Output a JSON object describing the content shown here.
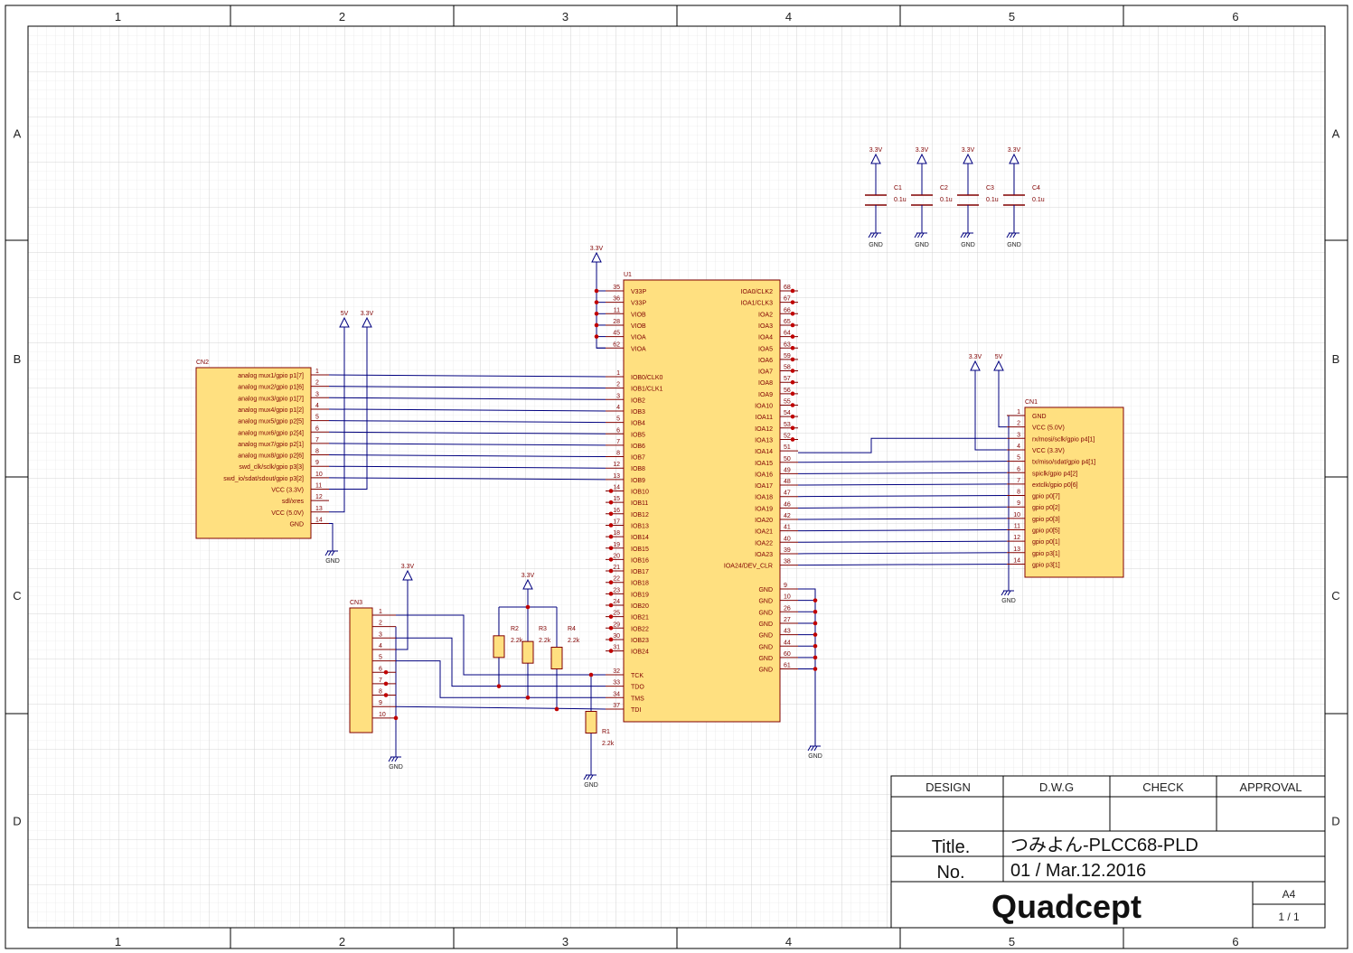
{
  "colors": {
    "wire": "#00007f",
    "part_fill": "#ffe080",
    "part_stroke": "#800000",
    "label": "#800000",
    "junction": "#c00000",
    "grid": "#dcdcdc",
    "frame": "#000000"
  },
  "frame": {
    "columns": [
      "1",
      "2",
      "3",
      "4",
      "5",
      "6"
    ],
    "rows": [
      "A",
      "B",
      "C",
      "D"
    ]
  },
  "caps": [
    {
      "ref": "C1",
      "value": "0.1u",
      "power": "3.3V",
      "gnd": "GND"
    },
    {
      "ref": "C2",
      "value": "0.1u",
      "power": "3.3V",
      "gnd": "GND"
    },
    {
      "ref": "C3",
      "value": "0.1u",
      "power": "3.3V",
      "gnd": "GND"
    },
    {
      "ref": "C4",
      "value": "0.1u",
      "power": "3.3V",
      "gnd": "GND"
    }
  ],
  "u1": {
    "ref": "U1",
    "power": "3.3V",
    "power_pins": [
      {
        "num": "35",
        "name": "V33P"
      },
      {
        "num": "36",
        "name": "V33P"
      },
      {
        "num": "11",
        "name": "VIOB"
      },
      {
        "num": "28",
        "name": "VIOB"
      },
      {
        "num": "45",
        "name": "VIOA"
      },
      {
        "num": "62",
        "name": "VIOA"
      }
    ],
    "left_pins": [
      {
        "num": "1",
        "name": "IOB0/CLK0"
      },
      {
        "num": "2",
        "name": "IOB1/CLK1"
      },
      {
        "num": "3",
        "name": "IOB2"
      },
      {
        "num": "4",
        "name": "IOB3"
      },
      {
        "num": "5",
        "name": "IOB4"
      },
      {
        "num": "6",
        "name": "IOB5"
      },
      {
        "num": "7",
        "name": "IOB6"
      },
      {
        "num": "8",
        "name": "IOB7"
      },
      {
        "num": "12",
        "name": "IOB8"
      },
      {
        "num": "13",
        "name": "IOB9"
      },
      {
        "num": "14",
        "name": "IOB10"
      },
      {
        "num": "15",
        "name": "IOB11"
      },
      {
        "num": "16",
        "name": "IOB12"
      },
      {
        "num": "17",
        "name": "IOB13"
      },
      {
        "num": "18",
        "name": "IOB14"
      },
      {
        "num": "19",
        "name": "IOB15"
      },
      {
        "num": "20",
        "name": "IOB16"
      },
      {
        "num": "21",
        "name": "IOB17"
      },
      {
        "num": "22",
        "name": "IOB18"
      },
      {
        "num": "23",
        "name": "IOB19"
      },
      {
        "num": "24",
        "name": "IOB20"
      },
      {
        "num": "25",
        "name": "IOB21"
      },
      {
        "num": "29",
        "name": "IOB22"
      },
      {
        "num": "30",
        "name": "IOB23"
      },
      {
        "num": "31",
        "name": "IOB24"
      }
    ],
    "jtag_pins": [
      {
        "num": "32",
        "name": "TCK"
      },
      {
        "num": "33",
        "name": "TDO"
      },
      {
        "num": "34",
        "name": "TMS"
      },
      {
        "num": "37",
        "name": "TDI"
      }
    ],
    "right_pins": [
      {
        "num": "68",
        "name": "IOA0/CLK2"
      },
      {
        "num": "67",
        "name": "IOA1/CLK3"
      },
      {
        "num": "66",
        "name": "IOA2"
      },
      {
        "num": "65",
        "name": "IOA3"
      },
      {
        "num": "64",
        "name": "IOA4"
      },
      {
        "num": "63",
        "name": "IOA5"
      },
      {
        "num": "59",
        "name": "IOA6"
      },
      {
        "num": "58",
        "name": "IOA7"
      },
      {
        "num": "57",
        "name": "IOA8"
      },
      {
        "num": "56",
        "name": "IOA9"
      },
      {
        "num": "55",
        "name": "IOA10"
      },
      {
        "num": "54",
        "name": "IOA11"
      },
      {
        "num": "53",
        "name": "IOA12"
      },
      {
        "num": "52",
        "name": "IOA13"
      },
      {
        "num": "51",
        "name": "IOA14"
      },
      {
        "num": "50",
        "name": "IOA15"
      },
      {
        "num": "49",
        "name": "IOA16"
      },
      {
        "num": "48",
        "name": "IOA17"
      },
      {
        "num": "47",
        "name": "IOA18"
      },
      {
        "num": "46",
        "name": "IOA19"
      },
      {
        "num": "42",
        "name": "IOA20"
      },
      {
        "num": "41",
        "name": "IOA21"
      },
      {
        "num": "40",
        "name": "IOA22"
      },
      {
        "num": "39",
        "name": "IOA23"
      },
      {
        "num": "38",
        "name": "IOA24/DEV_CLR"
      }
    ],
    "gnd_pins": [
      {
        "num": "9",
        "name": "GND"
      },
      {
        "num": "10",
        "name": "GND"
      },
      {
        "num": "26",
        "name": "GND"
      },
      {
        "num": "27",
        "name": "GND"
      },
      {
        "num": "43",
        "name": "GND"
      },
      {
        "num": "44",
        "name": "GND"
      },
      {
        "num": "60",
        "name": "GND"
      },
      {
        "num": "61",
        "name": "GND"
      }
    ],
    "gnd": "GND"
  },
  "cn2": {
    "ref": "CN2",
    "pins": [
      {
        "num": "1",
        "name": "analog mux1/gpio p1[7]"
      },
      {
        "num": "2",
        "name": "analog mux2/gpio p1[6]"
      },
      {
        "num": "3",
        "name": "analog mux3/gpio p1[7]"
      },
      {
        "num": "4",
        "name": "analog mux4/gpio p1[2]"
      },
      {
        "num": "5",
        "name": "analog mux5/gpio p2[5]"
      },
      {
        "num": "6",
        "name": "analog mux6/gpio p2[4]"
      },
      {
        "num": "7",
        "name": "analog mux7/gpio p2[1]"
      },
      {
        "num": "8",
        "name": "analog mux8/gpio p2[6]"
      },
      {
        "num": "9",
        "name": "swd_clk/sclk/gpio p3[3]"
      },
      {
        "num": "10",
        "name": "swd_io/sdat/sdout/gpio p3[2]"
      },
      {
        "num": "11",
        "name": "VCC (3.3V)"
      },
      {
        "num": "12",
        "name": "sdl/xres"
      },
      {
        "num": "13",
        "name": "VCC (5.0V)"
      },
      {
        "num": "14",
        "name": "GND"
      }
    ],
    "power1": "5V",
    "power2": "3.3V",
    "gnd": "GND"
  },
  "cn1": {
    "ref": "CN1",
    "pins": [
      {
        "num": "1",
        "name": "GND"
      },
      {
        "num": "2",
        "name": "VCC (5.0V)"
      },
      {
        "num": "3",
        "name": "rx/mosi/sclk/gpio p4[1]"
      },
      {
        "num": "4",
        "name": "VCC (3.3V)"
      },
      {
        "num": "5",
        "name": "tx/miso/sdat/gpio p4[1]"
      },
      {
        "num": "6",
        "name": "spiclk/gpio p4[2]"
      },
      {
        "num": "7",
        "name": "extclk/gpio p0[6]"
      },
      {
        "num": "8",
        "name": "gpio p0[7]"
      },
      {
        "num": "9",
        "name": "gpio p0[2]"
      },
      {
        "num": "10",
        "name": "gpio p0[3]"
      },
      {
        "num": "11",
        "name": "gpio p0[5]"
      },
      {
        "num": "12",
        "name": "gpio p0[1]"
      },
      {
        "num": "13",
        "name": "gpio p3[1]"
      },
      {
        "num": "14",
        "name": "gpio p3[1]"
      }
    ],
    "power1": "3.3V",
    "power2": "5V",
    "gnd": "GND"
  },
  "cn3": {
    "ref": "CN3",
    "pins": [
      "1",
      "2",
      "3",
      "4",
      "5",
      "6",
      "7",
      "8",
      "9",
      "10"
    ],
    "power": "3.3V",
    "gnd": "GND"
  },
  "resistors": [
    {
      "ref": "R2",
      "value": "2.2k"
    },
    {
      "ref": "R3",
      "value": "2.2k"
    },
    {
      "ref": "R4",
      "value": "2.2k"
    },
    {
      "ref": "R1",
      "value": "2.2k"
    }
  ],
  "r_power": "3.3V",
  "r1_gnd": "GND",
  "title_block": {
    "headers": [
      "DESIGN",
      "D.W.G",
      "CHECK",
      "APPROVAL"
    ],
    "title_label": "Title.",
    "title_value": "つみよん-PLCC68-PLD",
    "no_label": "No.",
    "no_value": "01 / Mar.12.2016",
    "logo": "Quadcept",
    "size": "A4",
    "sheet": "1 / 1"
  }
}
